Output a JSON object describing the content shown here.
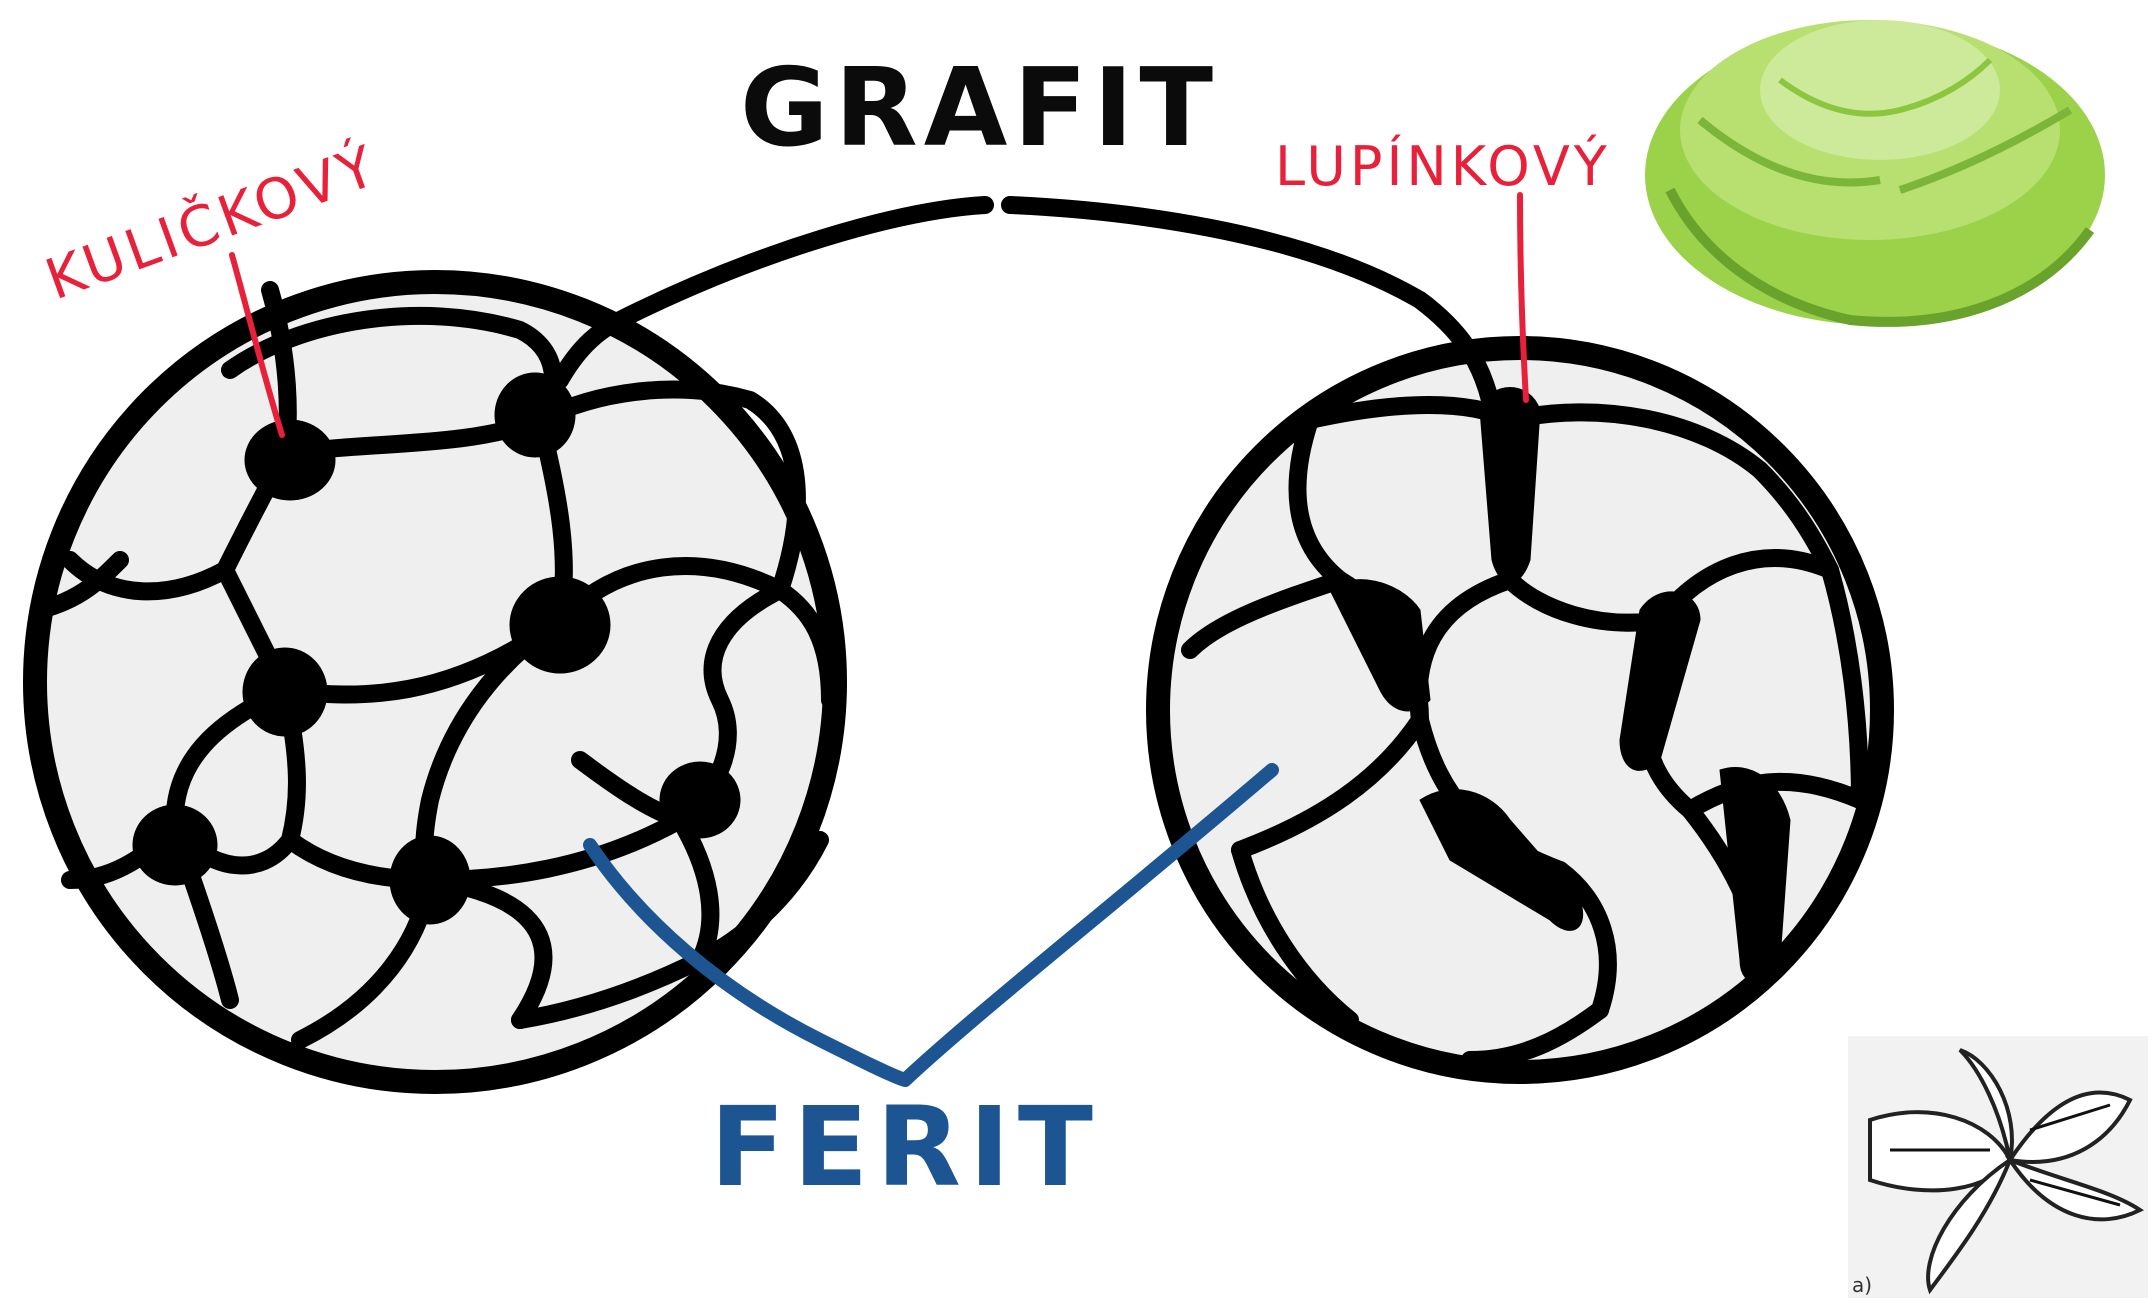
{
  "labels": {
    "graphite": "GRAFIT",
    "nodular": "KULIČKOVÝ",
    "lamellar": "LUPÍNKOVÝ",
    "ferrite": "FERIT"
  },
  "colors": {
    "ink": "#000000",
    "grain_fill": "#efefef",
    "annotation_red": "#e8213a",
    "ferrite_blue": "#1c5591",
    "lettuce_green": "#8cc63f"
  },
  "illustrations": {
    "lettuce": "lettuce-photo",
    "micrograph": "graphite-rosette-sketch",
    "micrograph_caption": "a)"
  }
}
